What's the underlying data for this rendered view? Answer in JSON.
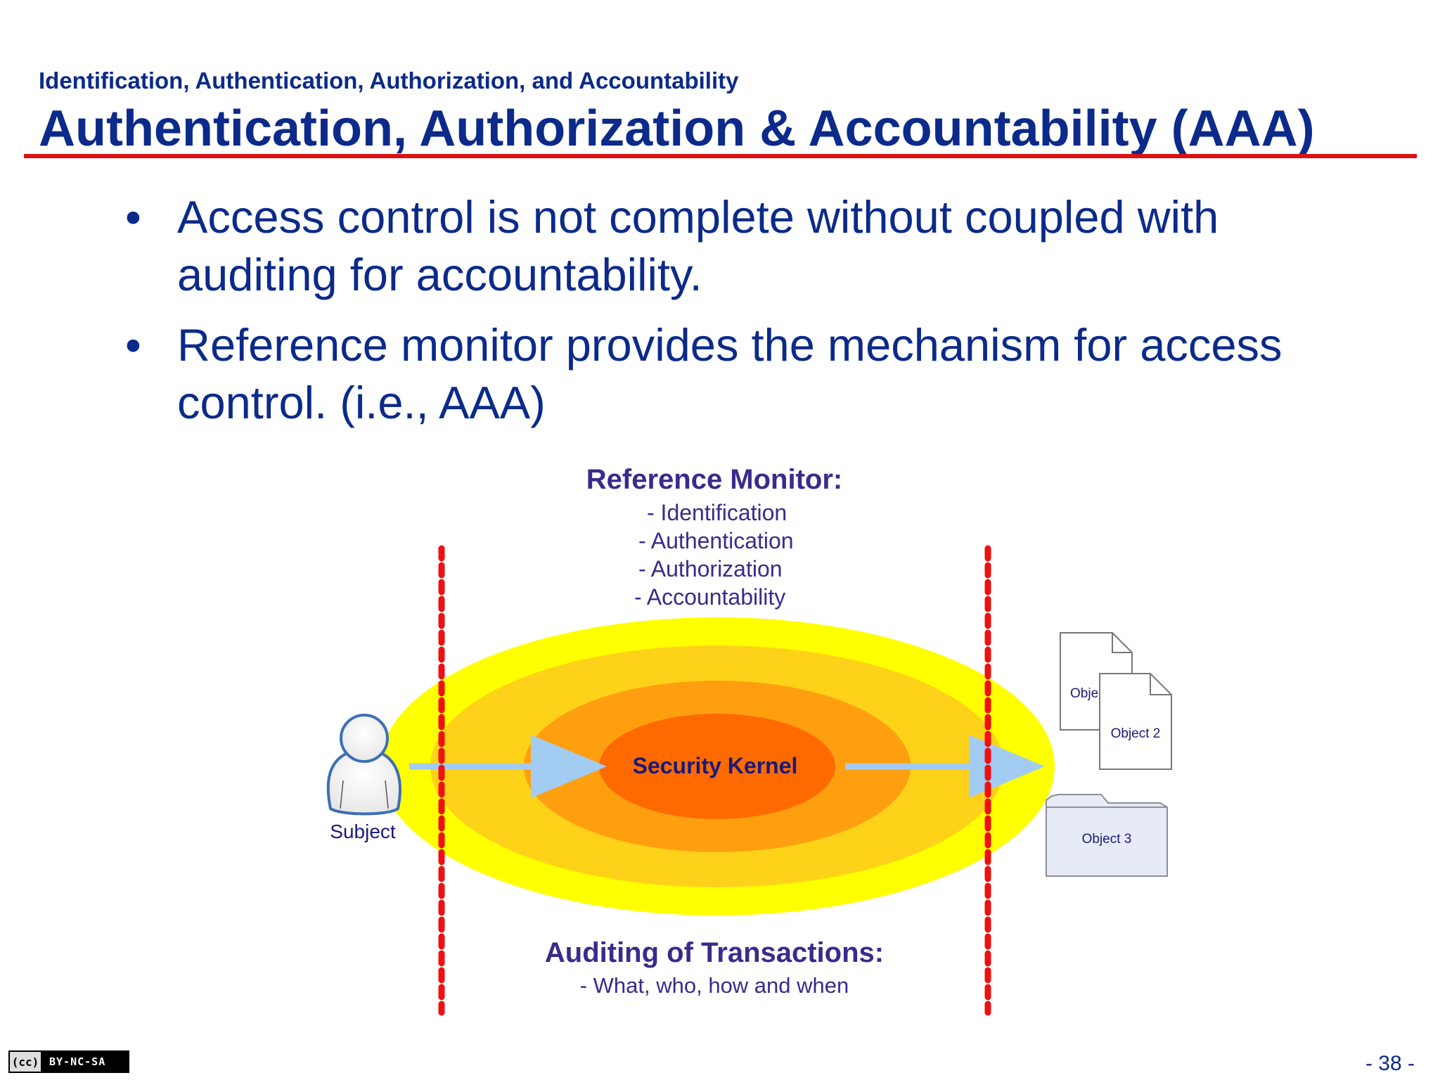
{
  "header": {
    "subtitle": "Identification, Authentication, Authorization, and Accountability",
    "title": "Authentication, Authorization & Accountability (AAA)"
  },
  "bullets": [
    {
      "symbol": "•",
      "text": "Access control is not complete without coupled with auditing for accountability."
    },
    {
      "symbol": "•",
      "text": "Reference monitor provides the mechanism for access control. (i.e., AAA)"
    }
  ],
  "diagram": {
    "reference_monitor": {
      "heading": "Reference Monitor:",
      "items": [
        "- Identification",
        "- Authentication",
        "- Authorization",
        "- Accountability"
      ]
    },
    "kernel_label": "Security Kernel",
    "subject_label": "Subject",
    "objects": {
      "object1_label": "Obje",
      "object2_label": "Object 2",
      "object3_label": "Object 3"
    },
    "auditing": {
      "heading": "Auditing of Transactions:",
      "detail": "- What, who, how and when"
    },
    "colors": {
      "outer_ring": "#ffff00",
      "ring2": "#ffd21a",
      "ring3": "#ff9f0f",
      "core": "#ff6a00",
      "arrow": "#a3ccf2",
      "boundary": "#ee1111",
      "heading_text": "#3b2a8c"
    }
  },
  "footer": {
    "license_logo": "(cc)",
    "license_text": "BY-NC-SA",
    "page_number": "- 38 -"
  }
}
